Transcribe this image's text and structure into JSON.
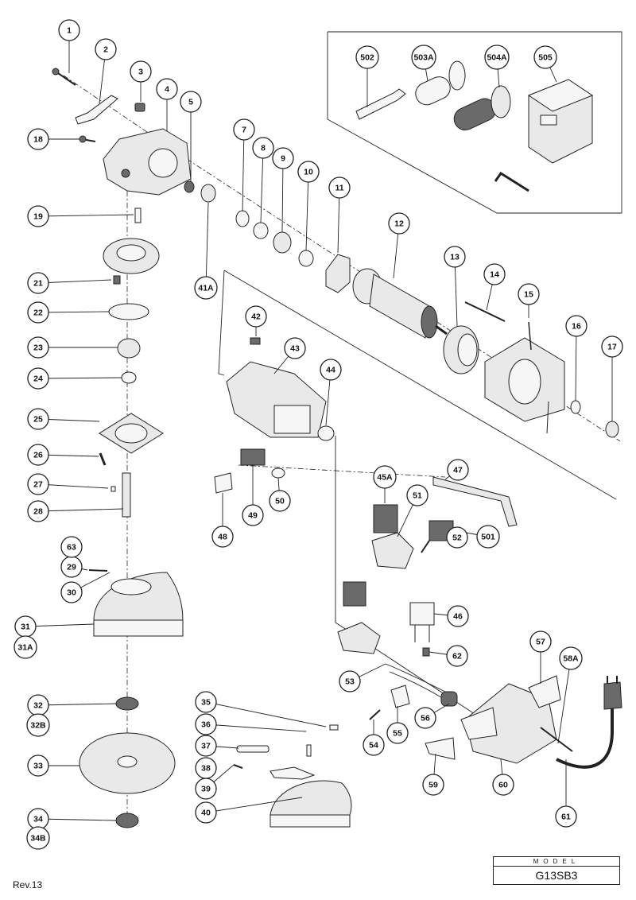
{
  "callouts": [
    "1",
    "2",
    "3",
    "4",
    "5",
    "7",
    "8",
    "9",
    "10",
    "11",
    "12",
    "13",
    "14",
    "15",
    "16",
    "17",
    "18",
    "19",
    "21",
    "22",
    "23",
    "24",
    "25",
    "26",
    "27",
    "28",
    "29",
    "30",
    "31",
    "31A",
    "32",
    "32B",
    "33",
    "34",
    "34B",
    "35",
    "36",
    "37",
    "38",
    "39",
    "40",
    "41A",
    "42",
    "43",
    "44",
    "45A",
    "46",
    "47",
    "48",
    "49",
    "50",
    "51",
    "52",
    "53",
    "54",
    "55",
    "56",
    "57",
    "58A",
    "59",
    "60",
    "61",
    "62",
    "63",
    "501",
    "502",
    "503A",
    "504A",
    "505"
  ],
  "revision": "Rev.13",
  "model": {
    "label": "MODEL",
    "value": "G13SB3"
  }
}
